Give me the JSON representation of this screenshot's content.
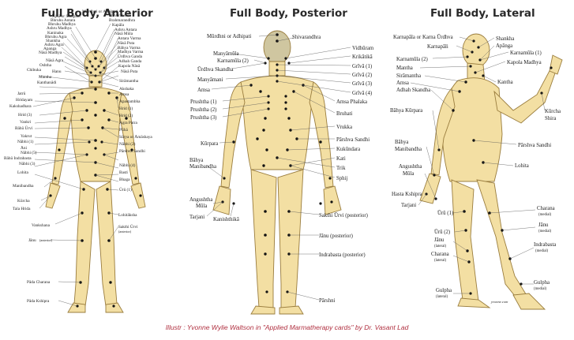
{
  "titles": {
    "anterior": "Full Body, Anterior",
    "posterior": "Full Body, Posterior",
    "lateral": "Full Body, Lateral"
  },
  "credit": "Illustr : Yvonne Wylie Waltson in \"Applied Marmatherapy cards\" by Dr. Vasant Lad",
  "colors": {
    "skin": "#f3dfa3",
    "outline": "#9a7d3e",
    "point": "#111111",
    "credit": "#b03040"
  },
  "anterior_labels": {
    "murdhni": "Mūrdhni or Adhipati",
    "ajna": "Ājñā or Sthapani",
    "bhruhu_antara": "Bhruhu Antara",
    "bhruhu_madhya": "Bhruhu Madhya",
    "ashru_madhya": "Ashru Madhya",
    "kaninaka": "Kaninaka",
    "bhruhu_agra": "Bhruhu Agra",
    "shankha": "Shankha",
    "ashru_agra": "Ashru Agra",
    "apanga": "Apanga",
    "nasa_madhya": "Nāsā Madhya",
    "shivarandhra": "Shivarandhra",
    "brahmarandhra": "Brahmarandhra",
    "kapala": "Kapāla",
    "ashru_antara": "Ashru Antara",
    "nasa_mula": "Nāsā Mūla",
    "antara_varma": "Antara Varma",
    "nasa_puta": "Nāsā Puta",
    "bahya_varma": "Bāhya Varma",
    "madhya_varma": "Madhya Varma",
    "urdhva_ganda": "Ūrdhva Ganda",
    "adhah_ganda": "Adhah Ganda",
    "kapola_nasa": "Kapola Nāsā",
    "nasa_agra": "Nāsā Agra",
    "oshtha": "Oshtha",
    "chibuka": "Chibuka",
    "hanu": "Hanu",
    "nasa_puta2": "Nāsā Puta",
    "mantha": "Mantha",
    "kanthanadi": "Kanthanādi",
    "siramantha": "Sirāmantha",
    "jatru": "Jatrū",
    "akshaka": "Akshaka",
    "hridayam": "Hridayam",
    "amsa": "Amsa",
    "kakshadhara": "Kakshadhara",
    "apastambha": "Apastambha",
    "hrid1": "Hrid (1)",
    "hrid3": "Hrid (3)",
    "hrid2": "Hrid (2)",
    "vankri": "Vankri",
    "agra_patra": "Agra Patra",
    "bahu_urvi": "Bāhū Ūrvi",
    "pliha": "Plīhā",
    "yakrut": "Yakrut",
    "surya": "Sūrya or Āmāshaya",
    "nabhi1": "Nābhi (1)",
    "nabhi2": "Nābhi (2)",
    "ani": "Āni",
    "parshva_sandhi": "Pārshva Sandhi",
    "nabhi5": "Nābhi (5)",
    "bahu_indrabasta": "Bāhū Indrabasta",
    "nabhi4": "Nābhi (4)",
    "nabhi3": "Nābhi (3)",
    "basti": "Basti",
    "lohita": "Lohita",
    "bhaga": "Bhaga",
    "manibandha": "Manibandha",
    "uru1": "Ūrū (1)",
    "kurcha": "Kūrcha",
    "tala_hrida": "Tala Hrida",
    "lohitaksha": "Lohitāksha",
    "vankshana": "Vankshana",
    "sakthi_urvi": "Sakthi Ūrvi",
    "anterior_note": "(anterior)",
    "janu": "Jānu",
    "janu_note": "(anterior)",
    "pada_charana": "Pāda Charana",
    "pada_kshipra": "Pāda Kshipra"
  },
  "posterior_labels": {
    "murdhni": "Mūrdhni or Adhipati",
    "shivarandhra": "Shivarandhra",
    "vidhuram": "Vidhūram",
    "manyamula": "Manyāmūla",
    "krikatika": "Krikātikā",
    "karnamula2": "Karnamūla (2)",
    "griva1": "Grīvā (1)",
    "urdhva_skandha": "Ūrdhva Skandha",
    "griva2": "Grīvā (2)",
    "manyamani": "Manyāmani",
    "griva3": "Grīvā (3)",
    "amsa": "Amsa",
    "griva4": "Grīvā (4)",
    "amsa_phalaka": "Amsa Phalaka",
    "prushtha1": "Prushtha (1)",
    "prushtha2": "Prushtha (2)",
    "bruhati": "Bruhati",
    "prushtha3": "Prushtha (3)",
    "vrukka": "Vrukka",
    "kurpara": "Kūrpara",
    "parshva_sandhi": "Pārshva Sandhi",
    "kukundara": "Kukūndara",
    "bahya": "Bāhya",
    "manibandha": "Manibandha",
    "kati": "Kati",
    "trik": "Trik",
    "sphij": "Sphij",
    "angushtha": "Angushtha",
    "mula": "Mūla",
    "tarjani": "Tarjani",
    "kanishthika": "Kanishthikā",
    "sakthi_urvi": "Sakthi Ūrvi (posterior)",
    "janu": "Jānu (posterior)",
    "indrabasta": "Indrabasta (posterior)",
    "parshni": "Pārshni"
  },
  "lateral_labels": {
    "karnapala": "Karnapāla or Karna Ūrdhva",
    "shankha": "Shankha",
    "karnapali": "Karnapāli",
    "apanga": "Apānga",
    "karnamula1": "Karnamūla (1)",
    "karnamula2": "Karnamūla (2)",
    "kapola_madhya": "Kapola Madhya",
    "mantha": "Mantha",
    "siramantha": "Sirāmantha",
    "kantha": "Kantha",
    "amsa": "Amsa",
    "adhah_skandha": "Adhah Skandha",
    "kurcha": "Kūrcha",
    "shira": "Shira",
    "bahya_kurpara": "Bāhya Kūrpara",
    "parshva_sandhi": "Pārshva Sandhi",
    "bahya": "Bāhya",
    "manibandha": "Manibandha",
    "angushtha": "Angushtha",
    "mula": "Mūla",
    "lohita": "Lohita",
    "hasta_kshipra": "Hasta Kshipra",
    "tarjani": "Tarjani",
    "uru1": "Ūrū (1)",
    "charana": "Charana",
    "medial": "(medial)",
    "janu": "Jānu",
    "uru2": "Ūrū (2)",
    "janu_lateral": "Jānu",
    "lateral": "(lateral)",
    "indrabasta": "Indrabasta",
    "charana_lateral": "Charana",
    "gulpha": "Gulpha",
    "gulpha_lateral": "Gulpha",
    "signature": "yvonne.com"
  }
}
